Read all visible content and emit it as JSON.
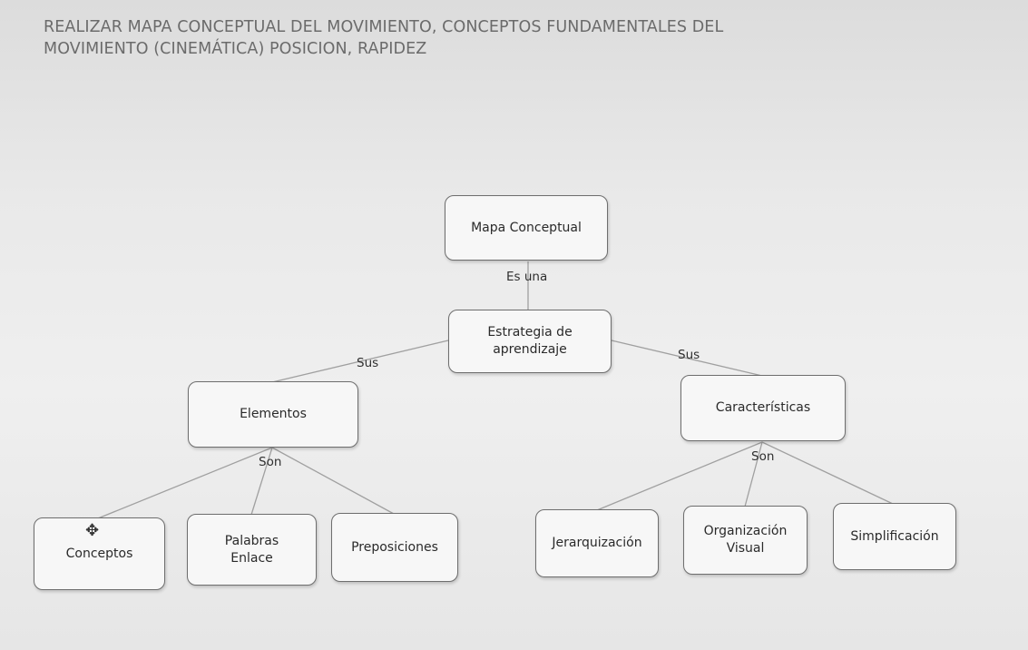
{
  "title": {
    "line1": "REALIZAR MAPA CONCEPTUAL DEL MOVIMIENTO, CONCEPTOS FUNDAMENTALES DEL",
    "line2": "MOVIMIENTO (CINEMÁTICA) POSICION, RAPIDEZ"
  },
  "nodes": {
    "mapa": "Mapa Conceptual",
    "estrategia": "Estrategia de aprendizaje",
    "elementos": "Elementos",
    "caracteristicas": "Características",
    "conceptos": "Conceptos",
    "palabras": "Palabras Enlace",
    "preposiciones": "Preposiciones",
    "jerarquizacion": "Jerarquización",
    "organizacion": "Organización Visual",
    "simplificacion": "Simplificación"
  },
  "links": {
    "es_una": "Es una",
    "sus_left": "Sus",
    "sus_right": "Sus",
    "son_left": "Son",
    "son_right": "Son"
  },
  "icons": {
    "cursor": "move-cursor-icon"
  }
}
